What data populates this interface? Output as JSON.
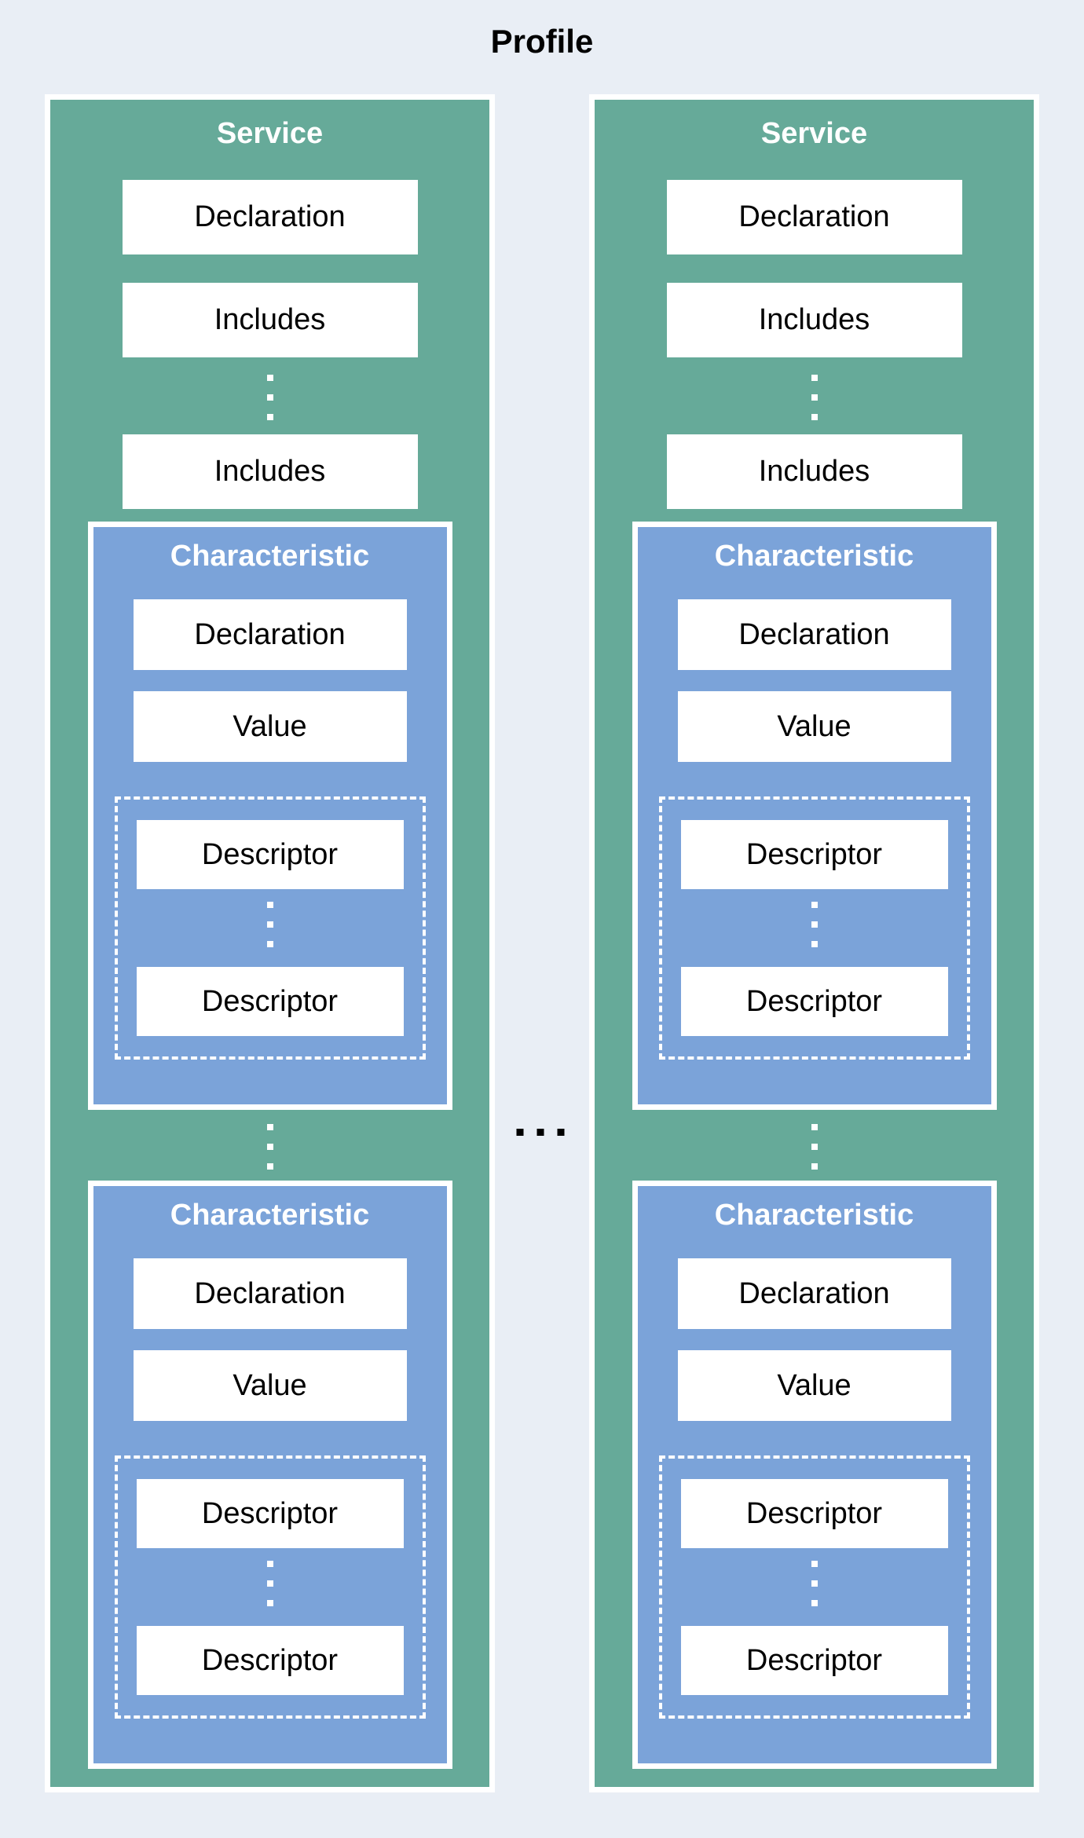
{
  "title": "Profile",
  "colors": {
    "page_background": "#e9eef5",
    "service_fill": "#66aa99",
    "characteristic_fill": "#7ba3d9",
    "box_fill": "#ffffff",
    "box_text": "#000000",
    "header_text": "#ffffff",
    "border": "#ffffff",
    "horizontal_ellipsis": "#000000"
  },
  "icons": {
    "vertical_ellipsis": "⋮",
    "horizontal_ellipsis": "⋯"
  },
  "services": [
    {
      "title": "Service",
      "declaration": "Declaration",
      "includes_first": "Includes",
      "includes_last": "Includes",
      "characteristics": [
        {
          "title": "Characteristic",
          "declaration": "Declaration",
          "value": "Value",
          "descriptor_first": "Descriptor",
          "descriptor_last": "Descriptor"
        },
        {
          "title": "Characteristic",
          "declaration": "Declaration",
          "value": "Value",
          "descriptor_first": "Descriptor",
          "descriptor_last": "Descriptor"
        }
      ]
    },
    {
      "title": "Service",
      "declaration": "Declaration",
      "includes_first": "Includes",
      "includes_last": "Includes",
      "characteristics": [
        {
          "title": "Characteristic",
          "declaration": "Declaration",
          "value": "Value",
          "descriptor_first": "Descriptor",
          "descriptor_last": "Descriptor"
        },
        {
          "title": "Characteristic",
          "declaration": "Declaration",
          "value": "Value",
          "descriptor_first": "Descriptor",
          "descriptor_last": "Descriptor"
        }
      ]
    }
  ]
}
